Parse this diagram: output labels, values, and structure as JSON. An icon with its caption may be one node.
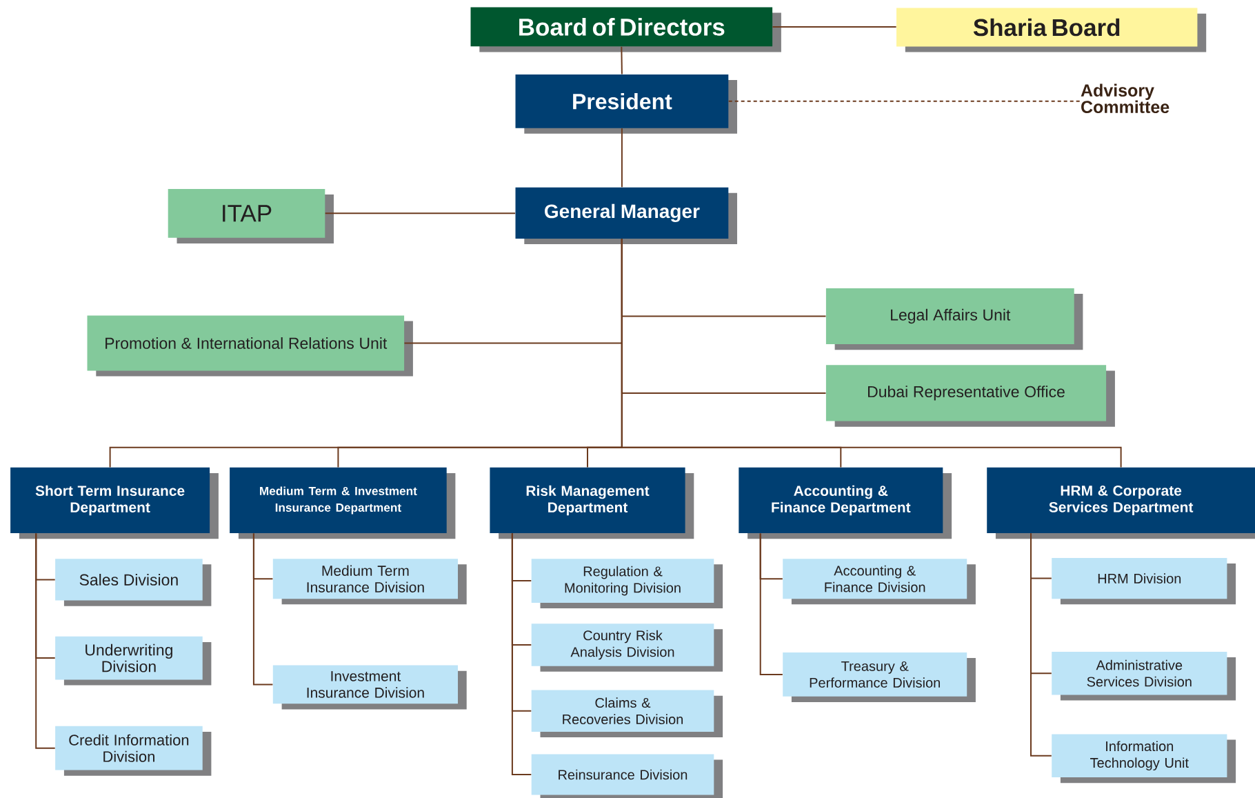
{
  "diagram": {
    "nodes": [
      {
        "text": [
          "Board of Directors"
        ]
      },
      {
        "text": [
          "Sharia Board"
        ]
      },
      {
        "text": [
          "President"
        ]
      },
      {
        "text": [
          "Advisory Committee"
        ]
      },
      {
        "text": [
          "ITAP"
        ]
      },
      {
        "text": [
          "General Manager"
        ]
      },
      {
        "text": [
          "Promotion & International Relations Unit"
        ]
      },
      {
        "text": [
          "Legal Affairs Unit"
        ]
      },
      {
        "text": [
          "Dubai Representative Office"
        ]
      },
      {
        "text": [
          "Short Term Insurance Department"
        ]
      },
      {
        "text": [
          "Medium Term & Investment Insurance Department"
        ]
      },
      {
        "text": [
          "Risk Management Department"
        ]
      },
      {
        "text": [
          "Accounting & Finance Department"
        ]
      },
      {
        "text": [
          "HRM & Corporate Services Department"
        ]
      },
      {
        "text": [
          "Sales Division"
        ]
      },
      {
        "text": [
          "Underwriting Division"
        ]
      },
      {
        "text": [
          "Credit Information Division"
        ]
      },
      {
        "text": [
          "Medium Term Insurance Division"
        ]
      },
      {
        "text": [
          "Investment Insurance Division"
        ]
      },
      {
        "text": [
          "Regulation & Monitoring Division"
        ]
      },
      {
        "text": [
          "Country Risk Analysis Division"
        ]
      },
      {
        "text": [
          "Claims & Recoveries Division"
        ]
      },
      {
        "text": [
          "Reinsurance Division"
        ]
      },
      {
        "text": [
          "Accounting & Finance Division"
        ]
      },
      {
        "text": [
          "Treasury & Performance Division"
        ]
      },
      {
        "text": [
          "HRM Division"
        ]
      },
      {
        "text": [
          "Administrative Services Division"
        ]
      },
      {
        "text": [
          "Information Technology Unit"
        ]
      }
    ],
    "edges": [
      {
        "from": 0,
        "to": 1,
        "arrow": "none"
      },
      {
        "from": 0,
        "to": 2,
        "arrow": "none"
      },
      {
        "from": 2,
        "to": 3,
        "arrow": "none",
        "style": "dashed"
      },
      {
        "from": 2,
        "to": 5,
        "arrow": "none"
      },
      {
        "from": 4,
        "to": 5,
        "arrow": "none"
      },
      {
        "from": 5,
        "to": 7,
        "arrow": "none"
      },
      {
        "from": 5,
        "to": 6,
        "arrow": "none"
      },
      {
        "from": 5,
        "to": 8,
        "arrow": "none"
      },
      {
        "from": 5,
        "to": 9,
        "arrow": "none"
      },
      {
        "from": 5,
        "to": 10,
        "arrow": "none"
      },
      {
        "from": 5,
        "to": 11,
        "arrow": "none"
      },
      {
        "from": 5,
        "to": 12,
        "arrow": "none"
      },
      {
        "from": 5,
        "to": 13,
        "arrow": "none"
      },
      {
        "from": 9,
        "to": 14,
        "arrow": "none"
      },
      {
        "from": 9,
        "to": 15,
        "arrow": "none"
      },
      {
        "from": 9,
        "to": 16,
        "arrow": "none"
      },
      {
        "from": 10,
        "to": 17,
        "arrow": "none"
      },
      {
        "from": 10,
        "to": 18,
        "arrow": "none"
      },
      {
        "from": 11,
        "to": 19,
        "arrow": "none"
      },
      {
        "from": 11,
        "to": 20,
        "arrow": "none"
      },
      {
        "from": 11,
        "to": 21,
        "arrow": "none"
      },
      {
        "from": 11,
        "to": 22,
        "arrow": "none"
      },
      {
        "from": 12,
        "to": 23,
        "arrow": "none"
      },
      {
        "from": 12,
        "to": 24,
        "arrow": "none"
      },
      {
        "from": 13,
        "to": 25,
        "arrow": "none"
      },
      {
        "from": 13,
        "to": 26,
        "arrow": "none"
      },
      {
        "from": 13,
        "to": 27,
        "arrow": "none"
      }
    ]
  }
}
